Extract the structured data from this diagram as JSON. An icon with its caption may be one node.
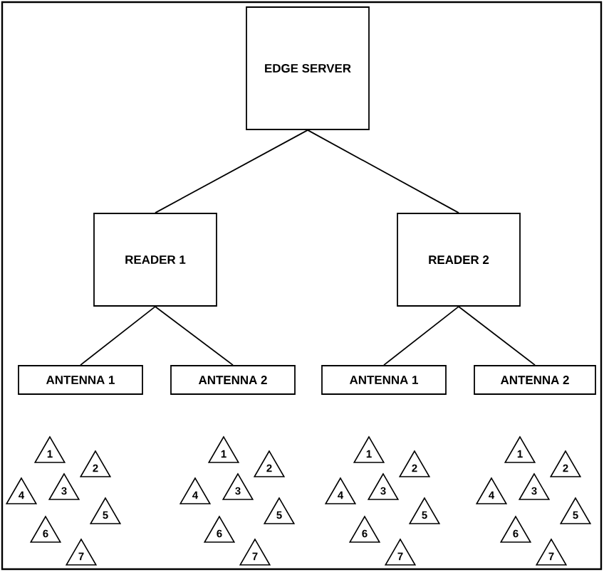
{
  "diagram": {
    "nodes": [
      {
        "text": [
          "EDGE SERVER"
        ]
      },
      {
        "text": [
          "READER 1"
        ]
      },
      {
        "text": [
          "READER 2"
        ]
      },
      {
        "text": [
          "ANTENNA 1"
        ]
      },
      {
        "text": [
          "ANTENNA 2"
        ]
      },
      {
        "text": [
          "ANTENNA 1"
        ]
      },
      {
        "text": [
          "ANTENNA 2"
        ]
      },
      {
        "text": [
          "1"
        ]
      },
      {
        "text": [
          "2"
        ]
      },
      {
        "text": [
          "3"
        ]
      },
      {
        "text": [
          "4"
        ]
      },
      {
        "text": [
          "5"
        ]
      },
      {
        "text": [
          "6"
        ]
      },
      {
        "text": [
          "7"
        ]
      },
      {
        "text": [
          "1"
        ]
      },
      {
        "text": [
          "2"
        ]
      },
      {
        "text": [
          "3"
        ]
      },
      {
        "text": [
          "4"
        ]
      },
      {
        "text": [
          "5"
        ]
      },
      {
        "text": [
          "6"
        ]
      },
      {
        "text": [
          "7"
        ]
      },
      {
        "text": [
          "1"
        ]
      },
      {
        "text": [
          "2"
        ]
      },
      {
        "text": [
          "3"
        ]
      },
      {
        "text": [
          "4"
        ]
      },
      {
        "text": [
          "5"
        ]
      },
      {
        "text": [
          "6"
        ]
      },
      {
        "text": [
          "7"
        ]
      },
      {
        "text": [
          "1"
        ]
      },
      {
        "text": [
          "2"
        ]
      },
      {
        "text": [
          "3"
        ]
      },
      {
        "text": [
          "4"
        ]
      },
      {
        "text": [
          "5"
        ]
      },
      {
        "text": [
          "6"
        ]
      },
      {
        "text": [
          "7"
        ]
      }
    ],
    "edges": [
      {
        "from": 0,
        "to": 1,
        "arrow": "none"
      },
      {
        "from": 0,
        "to": 2,
        "arrow": "none"
      },
      {
        "from": 1,
        "to": 3,
        "arrow": "none"
      },
      {
        "from": 1,
        "to": 4,
        "arrow": "none"
      },
      {
        "from": 2,
        "to": 5,
        "arrow": "none"
      },
      {
        "from": 2,
        "to": 6,
        "arrow": "none"
      }
    ]
  }
}
